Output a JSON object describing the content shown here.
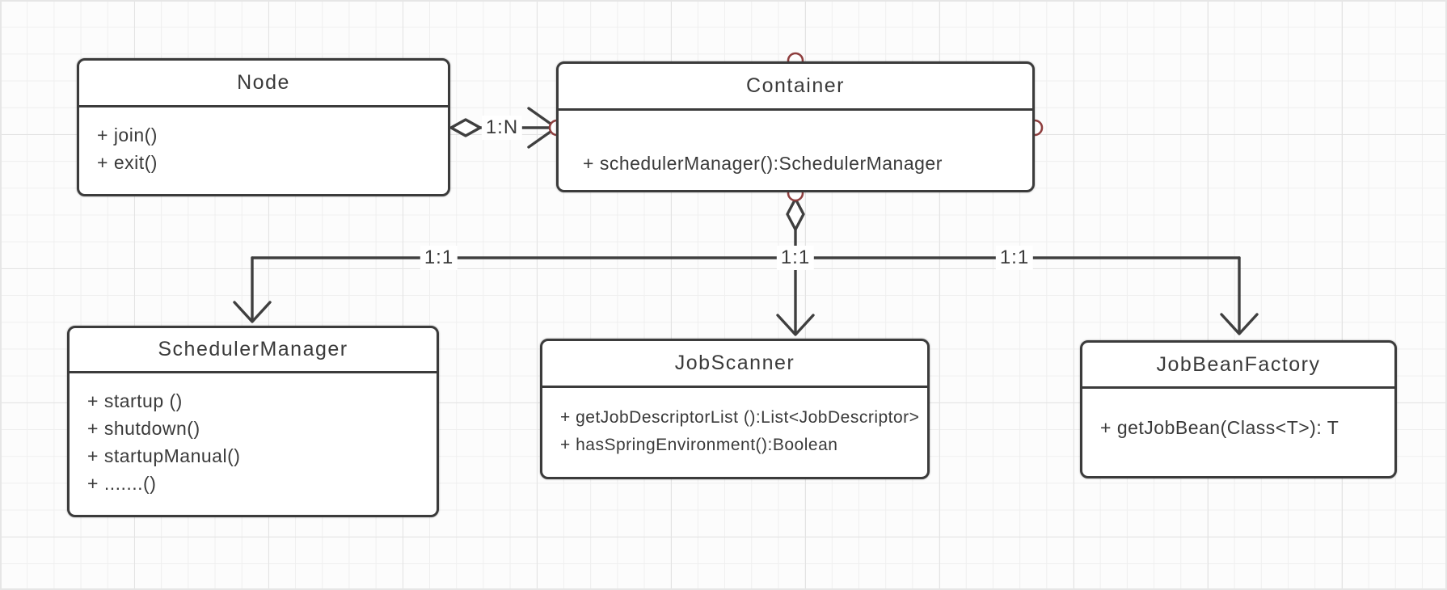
{
  "diagram": {
    "classes": [
      {
        "id": "node",
        "title": "Node",
        "methods": [
          "+ join()",
          "+ exit()"
        ]
      },
      {
        "id": "container",
        "title": "Container",
        "methods": [
          "+ schedulerManager():SchedulerManager"
        ]
      },
      {
        "id": "schedulermanager",
        "title": "SchedulerManager",
        "methods": [
          "+ startup ()",
          "+ shutdown()",
          "+ startupManual()",
          "+ .......()"
        ]
      },
      {
        "id": "jobscanner",
        "title": "JobScanner",
        "methods": [
          "+ getJobDescriptorList ():List<JobDescriptor>",
          "+ hasSpringEnvironment():Boolean"
        ]
      },
      {
        "id": "jobbeanfactory",
        "title": "JobBeanFactory",
        "methods": [
          "+ getJobBean(Class<T>): T"
        ]
      }
    ],
    "relations": [
      {
        "from": "Node",
        "to": "Container",
        "label": "1:N",
        "type": "aggregation-arrow"
      },
      {
        "from": "Container",
        "to": "SchedulerManager",
        "label": "1:1",
        "type": "aggregation-arrow"
      },
      {
        "from": "Container",
        "to": "JobScanner",
        "label": "1:1",
        "type": "aggregation-arrow"
      },
      {
        "from": "Container",
        "to": "JobBeanFactory",
        "label": "1:1",
        "type": "aggregation-arrow"
      }
    ],
    "colors": {
      "line": "#3f3f3f",
      "box_border": "#3b3b3b",
      "box_fill": "#ffffff",
      "port_stroke": "#8e3e3e",
      "text": "#3a3a3a"
    }
  }
}
